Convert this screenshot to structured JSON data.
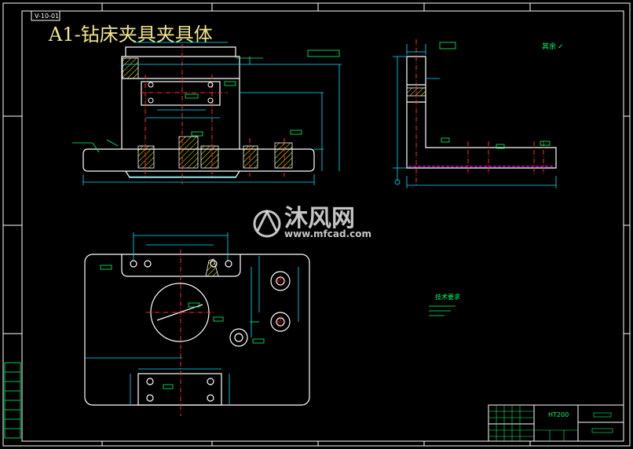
{
  "drawing": {
    "title": "A1-钻床夹具夹具体",
    "corner_tag": "V-10-01",
    "surface_note": "其余",
    "surface_mark": "✓",
    "tech_notes_heading": "技术要求",
    "material": "HT200"
  },
  "watermark": {
    "brand_cn": "沐风网",
    "url": "www.mfcad.com"
  },
  "colors": {
    "background": "#000000",
    "outline": "#ffffff",
    "dimension": "#00e5ff",
    "centerline": "#ff2a2a",
    "annotation": "#00ff66",
    "hatch": "#ffff00",
    "hidden": "#ff00ff",
    "title": "#f0e68c"
  }
}
